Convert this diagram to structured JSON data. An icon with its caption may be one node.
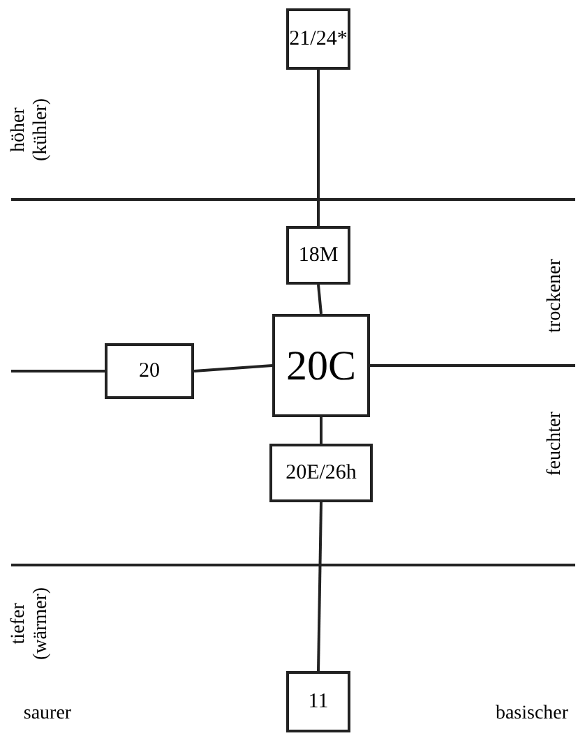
{
  "diagram": {
    "nodes": [
      {
        "text": [
          "21/24*"
        ]
      },
      {
        "text": [
          "18M"
        ]
      },
      {
        "text": [
          "20C"
        ]
      },
      {
        "text": [
          "20"
        ]
      },
      {
        "text": [
          "20E/26h"
        ]
      },
      {
        "text": [
          "11"
        ]
      }
    ],
    "edges": [
      {
        "from": 0,
        "to": 1,
        "arrow": "none"
      },
      {
        "from": 1,
        "to": 2,
        "arrow": "none"
      },
      {
        "from": 3,
        "to": 2,
        "arrow": "none"
      },
      {
        "from": 2,
        "to": 4,
        "arrow": "none"
      },
      {
        "from": 4,
        "to": 5,
        "arrow": "none"
      },
      {
        "from": null,
        "to": 3,
        "arrow": "none"
      },
      {
        "from": 2,
        "to": null,
        "arrow": "none"
      }
    ],
    "labels": [
      "höher (kühler)",
      "trockener",
      "feuchter",
      "tiefer (wärmer)",
      "saurer",
      "basischer"
    ]
  }
}
